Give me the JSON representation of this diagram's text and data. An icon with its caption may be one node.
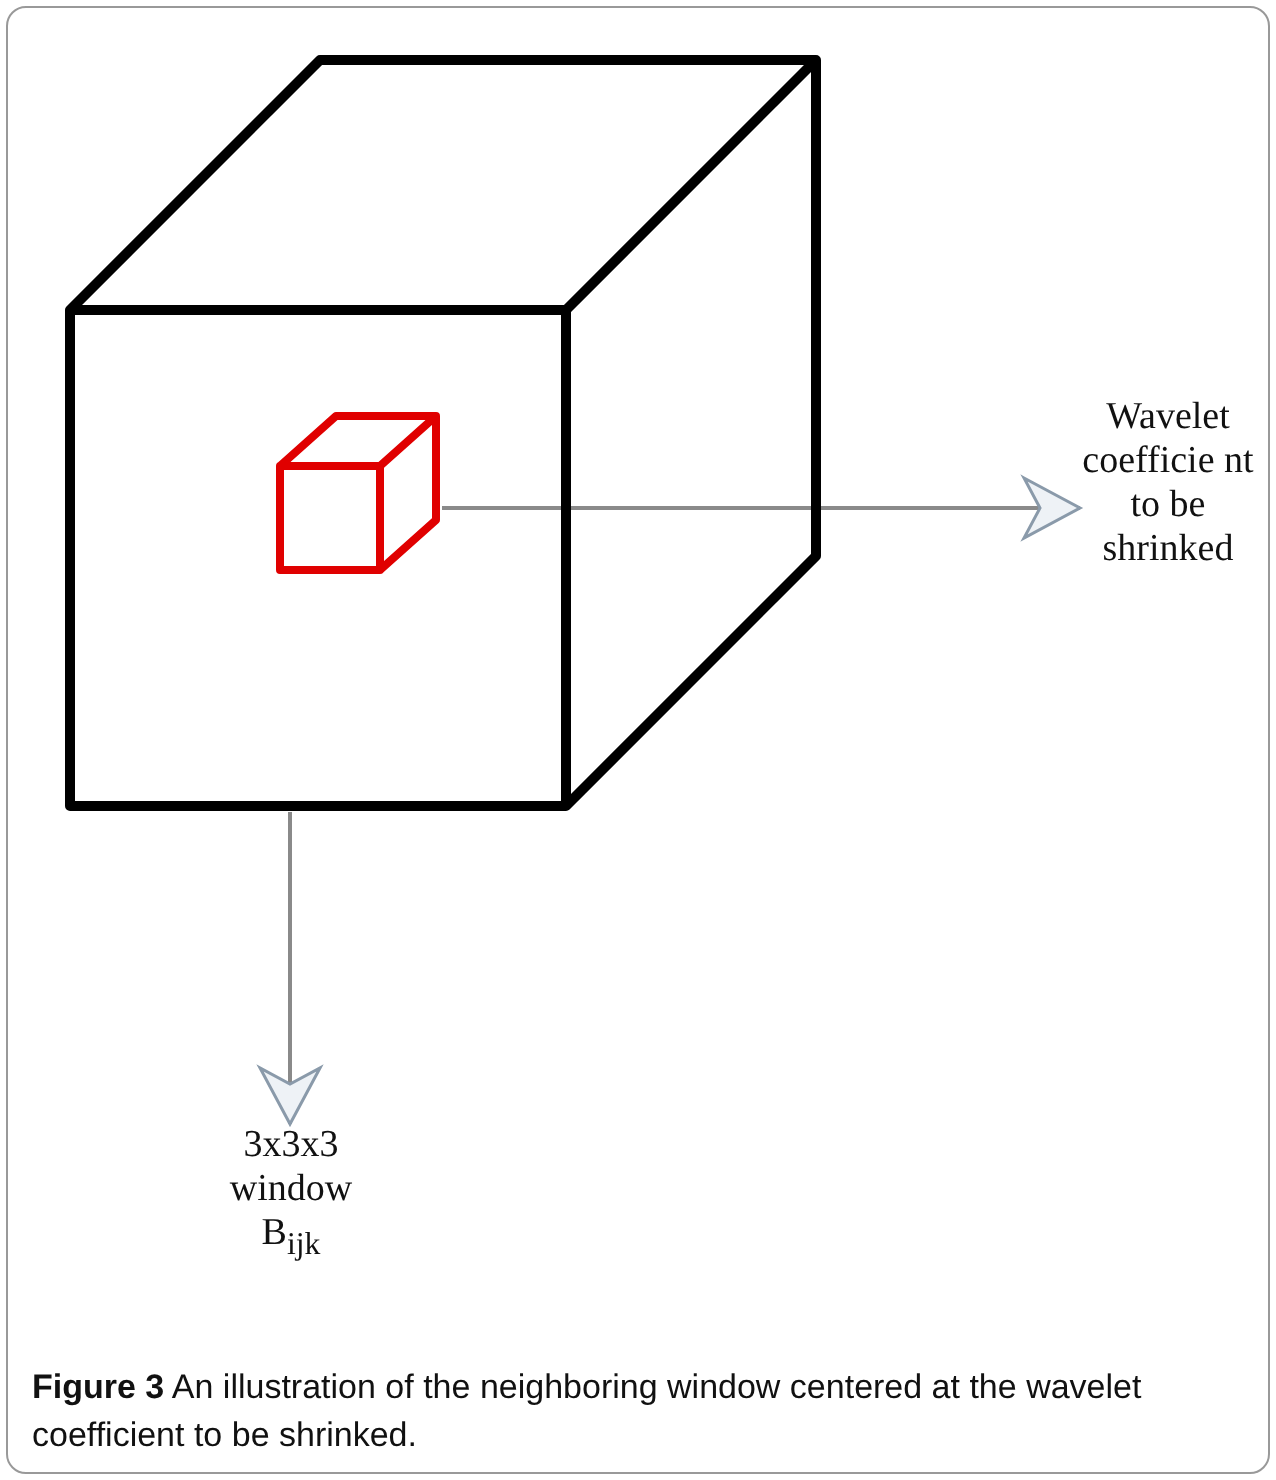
{
  "diagram": {
    "caption": "**Figure 3** An illustration of the neighboring window centered at the wavelet coefficient to be shrinked.",
    "nodes": [
      {
        "text": [],
        "shape": "cube"
      },
      {
        "text": [],
        "shape": "cube",
        "in": 0
      },
      {
        "text": [
          "Wavelet coefficie nt to be shrinked"
        ]
      },
      {
        "text": [
          "3x3x3 window B$_{ijk}$"
        ]
      }
    ],
    "edges": [
      {
        "from": 1,
        "to": 2,
        "arrow": "to"
      },
      {
        "from": 0,
        "to": 3,
        "arrow": "to"
      }
    ]
  }
}
